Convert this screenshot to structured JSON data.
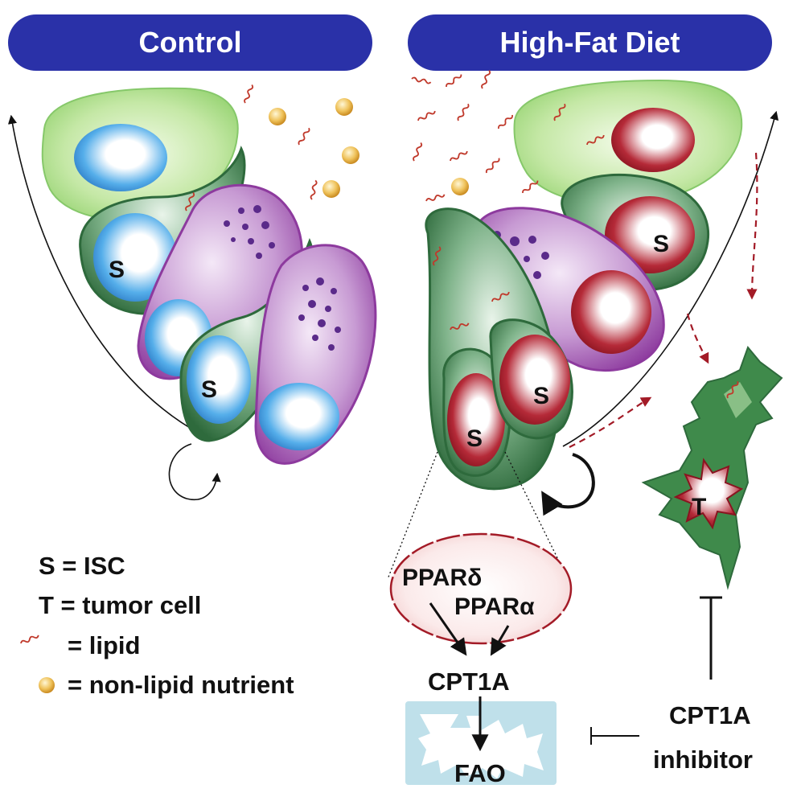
{
  "panels": {
    "control_title": "Control",
    "hfd_title": "High-Fat Diet"
  },
  "cells": {
    "stem_label": "S",
    "tumor_label": "T"
  },
  "pathway": {
    "ppar_delta": "PPARδ",
    "ppar_alpha": "PPARα",
    "cpt1a": "CPT1A",
    "fao": "FAO",
    "inhibitor_line1": "CPT1A",
    "inhibitor_line2": "inhibitor"
  },
  "legend": {
    "s_entry": "S = ISC",
    "t_entry": "T = tumor cell",
    "lipid_entry": "= lipid",
    "nutrient_entry": "= non-lipid nutrient"
  },
  "colors": {
    "banner": "#2a31a8",
    "stem_green": "#3d7b4c",
    "goblet_purple": "#8f3fa0",
    "nucleus_blue": "#2f8fd6",
    "nucleus_red": "#a61e2c",
    "lipid": "#c0392b",
    "nutrient": "#e0a93a",
    "mitochondria": "#bfe0ea"
  }
}
